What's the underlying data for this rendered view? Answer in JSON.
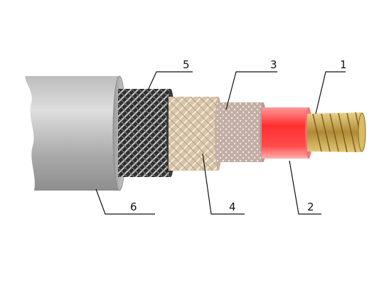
{
  "diagram": {
    "labels": [
      "1",
      "2",
      "3",
      "4",
      "5",
      "6"
    ],
    "colors": {
      "background": "#ffffff",
      "outer_sheath": "#b4b4b4",
      "braid_shield": "#333333",
      "braid_tape": "#d9c6a9",
      "dotted_layer": "#c2aea5",
      "insulation": "#ff2a2a",
      "conductor": "#c9a54a",
      "leader_lines": "#111111"
    }
  }
}
